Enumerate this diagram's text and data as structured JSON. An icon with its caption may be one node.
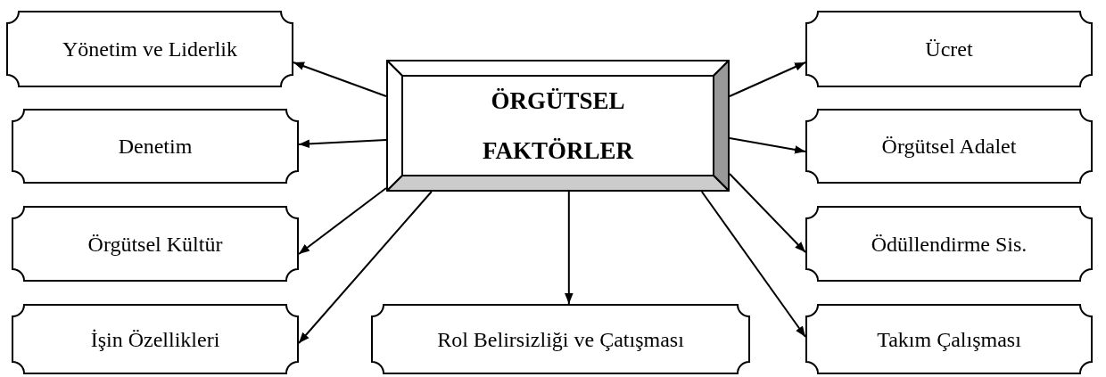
{
  "diagram": {
    "nodes": [
      {
        "text": [
          "ÖRGÜTSEL FAKTÖRLER"
        ]
      },
      {
        "text": [
          "Yönetim ve Liderlik"
        ]
      },
      {
        "text": [
          "Denetim"
        ]
      },
      {
        "text": [
          "Örgütsel Kültür"
        ]
      },
      {
        "text": [
          "İşin Özellikleri"
        ]
      },
      {
        "text": [
          "Rol Belirsizliği ve Çatışması"
        ]
      },
      {
        "text": [
          "Ücret"
        ]
      },
      {
        "text": [
          "Örgütsel Adalet"
        ]
      },
      {
        "text": [
          "Ödüllendirme Sis."
        ]
      },
      {
        "text": [
          "Takım Çalışması"
        ]
      }
    ],
    "edges": [
      {
        "from": 0,
        "to": 1,
        "arrow": "to"
      },
      {
        "from": 0,
        "to": 2,
        "arrow": "to"
      },
      {
        "from": 0,
        "to": 3,
        "arrow": "to"
      },
      {
        "from": 0,
        "to": 4,
        "arrow": "to"
      },
      {
        "from": 0,
        "to": 5,
        "arrow": "to"
      },
      {
        "from": 0,
        "to": 6,
        "arrow": "to"
      },
      {
        "from": 0,
        "to": 7,
        "arrow": "to"
      },
      {
        "from": 0,
        "to": 8,
        "arrow": "to"
      },
      {
        "from": 0,
        "to": 9,
        "arrow": "to"
      }
    ]
  }
}
